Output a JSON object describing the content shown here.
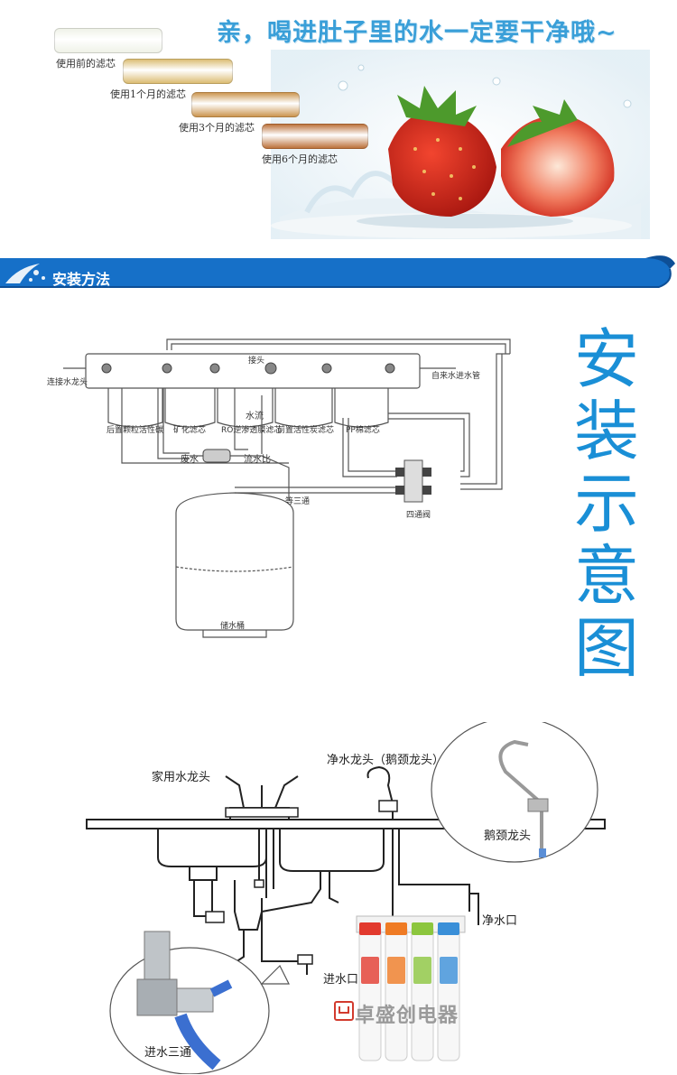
{
  "headline": "亲，喝进肚子里的水一定要干净哦~",
  "cartridges": [
    {
      "label": "使用前的滤芯",
      "color": "#eef1e6"
    },
    {
      "label": "使用1个月的滤芯",
      "color": "#d9b86a"
    },
    {
      "label": "使用3个月的滤芯",
      "color": "#c88f45"
    },
    {
      "label": "使用6个月的滤芯",
      "color": "#b8692f"
    }
  ],
  "section_banner": {
    "title": "安装方法",
    "color": "#1670c8"
  },
  "diagram_title_chars": [
    "安",
    "装",
    "示",
    "意",
    "图"
  ],
  "diagram1": {
    "filters": [
      "后置颗粒活性碳",
      "矿化滤芯",
      "RO逆渗透膜滤芯",
      "前置活性炭滤芯",
      "PP棉滤芯"
    ],
    "labels": {
      "faucet": "连接水龙头",
      "inlet": "自来水进水管",
      "flow": "水流",
      "waste": "废水",
      "ratio": "流水比",
      "tee": "等三通",
      "valve": "四通阀",
      "tank": "储水桶",
      "head": "接头"
    }
  },
  "diagram2": {
    "labels": {
      "home_faucet": "家用水龙头",
      "pure_faucet": "净水龙头（鹅颈龙头）",
      "gooseneck": "鹅颈龙头",
      "pure_outlet": "净水口",
      "inlet": "进水口",
      "inlet_tee": "进水三通"
    },
    "unit_colors": [
      "#e23a2e",
      "#ef7b24",
      "#8cc63e",
      "#3a8fd8"
    ]
  },
  "watermark": "卓盛创电器"
}
